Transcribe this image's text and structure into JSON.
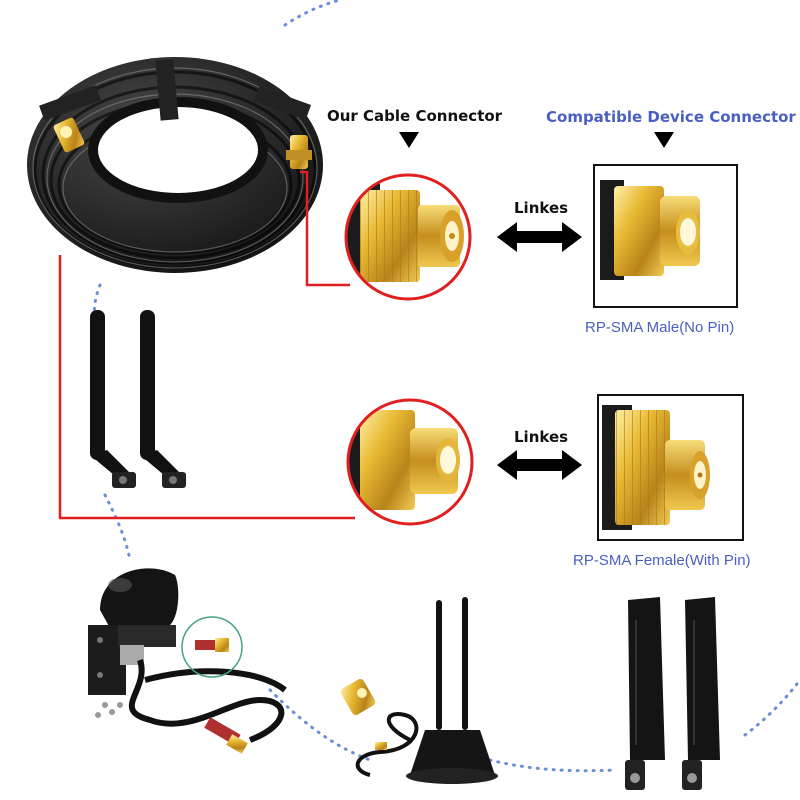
{
  "labels": {
    "our_connector": "Our Cable Connector",
    "compatible_connector": "Compatible Device Connector",
    "links_top": "Linkes",
    "links_bottom": "Linkes",
    "male_caption": "RP-SMA Male(No Pin)",
    "female_caption": "RP-SMA Female(With Pin)"
  },
  "colors": {
    "accent_blue": "#4a5fc1",
    "callout_red": "#e02020",
    "gold": "#d9a826",
    "cable_black": "#1b1b1b"
  },
  "icons": {
    "arrow_down": "arrow-down-icon",
    "double_arrow": "double-arrow-icon"
  }
}
